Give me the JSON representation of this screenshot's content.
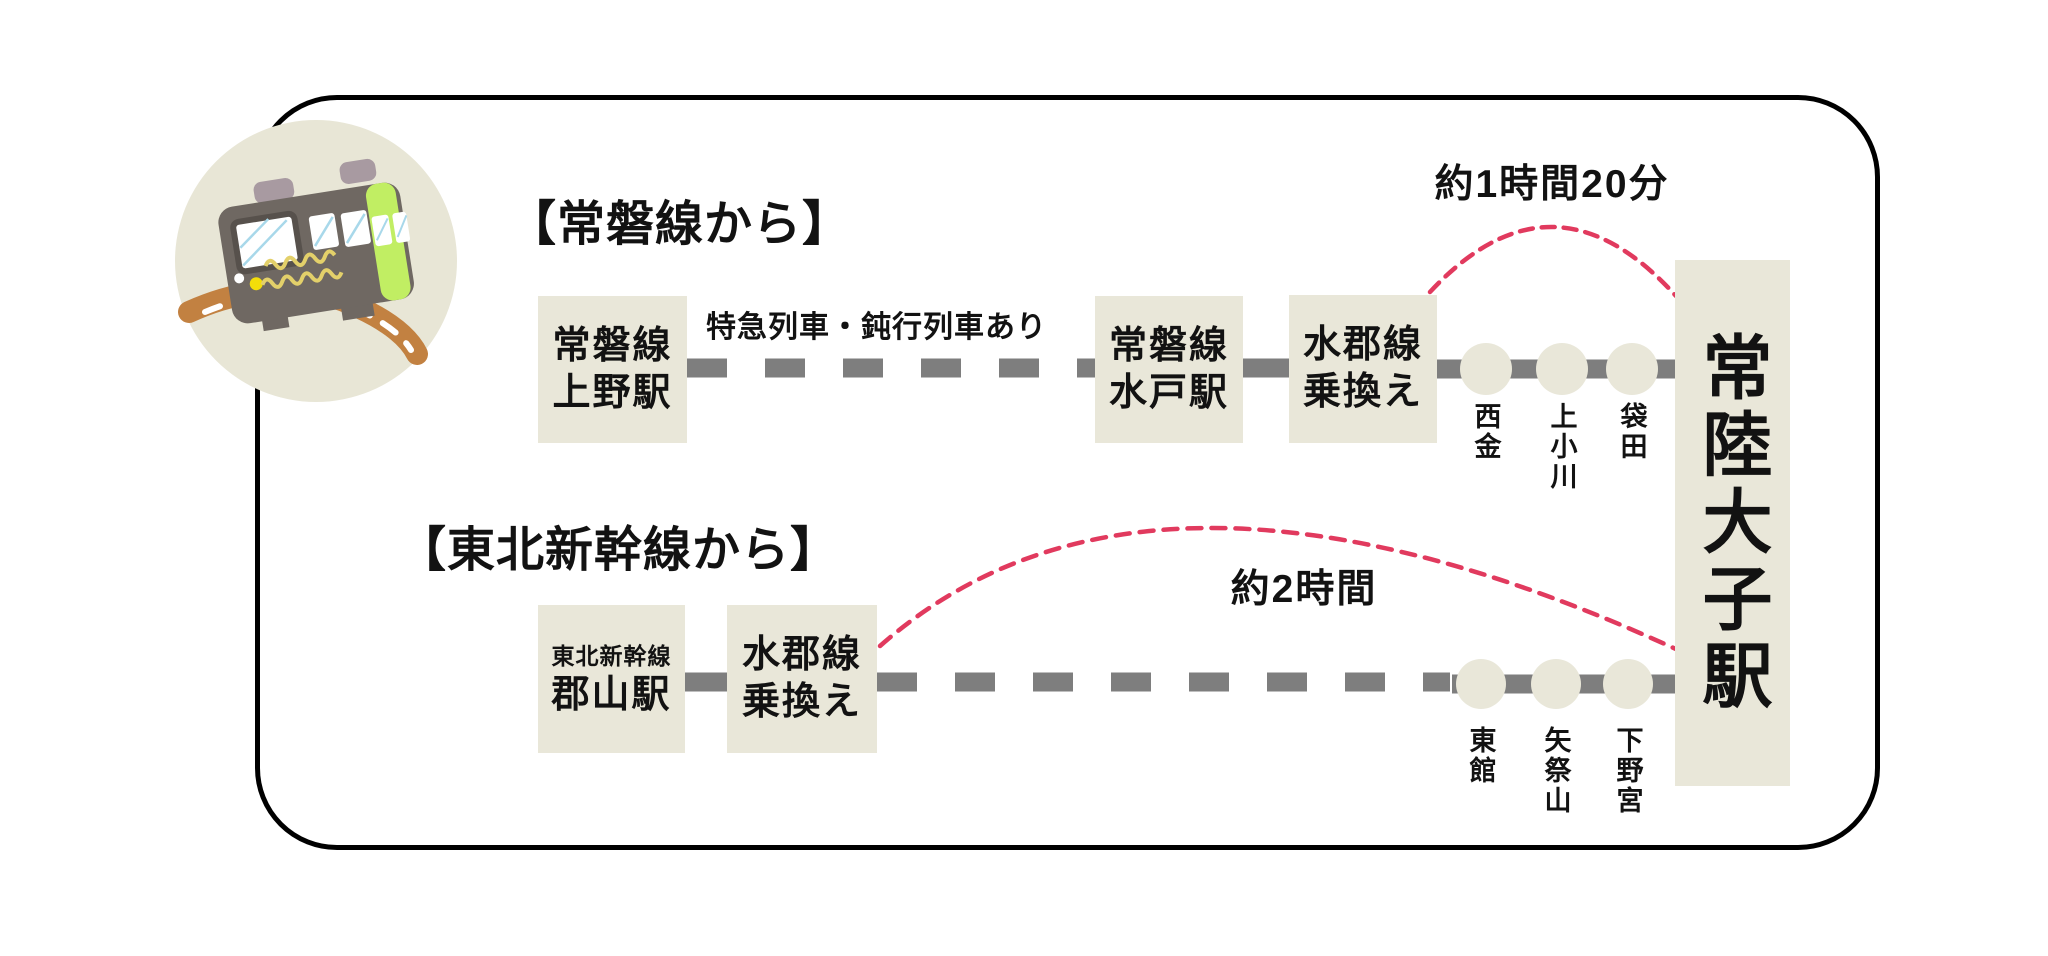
{
  "badge": {
    "icon": "train-on-railway-bridge-illustration"
  },
  "routes": {
    "joban": {
      "header": "【常磐線から】",
      "note": "特急列車・鈍行列車あり",
      "duration": "約1時間20分",
      "boxes": {
        "ueno": {
          "line1": "常磐線",
          "line2": "上野駅"
        },
        "mito": {
          "line1": "常磐線",
          "line2": "水戸駅"
        },
        "transfer": {
          "line1": "水郡線",
          "line2": "乗換え"
        }
      },
      "waypoints": [
        "西金",
        "上小川",
        "袋田"
      ]
    },
    "tohoku": {
      "header": "【東北新幹線から】",
      "duration": "約2時間",
      "boxes": {
        "koriyama": {
          "line1": "東北新幹線",
          "line2": "郡山駅"
        },
        "transfer": {
          "line1": "水郡線",
          "line2": "乗換え"
        }
      },
      "waypoints": [
        "東館",
        "矢祭山",
        "下野宮"
      ]
    }
  },
  "destination": {
    "name": "常陸大子駅"
  },
  "colors": {
    "box_fill": "#e9e7d9",
    "line_gray": "#7e7e7e",
    "route_red": "#e13a5e",
    "text": "#121212",
    "frame_border": "#000000",
    "badge_fill": "#e8e6d6",
    "train_body": "#6f6862",
    "train_stripe": "#c1ee63",
    "bridge_brown": "#c28141"
  }
}
